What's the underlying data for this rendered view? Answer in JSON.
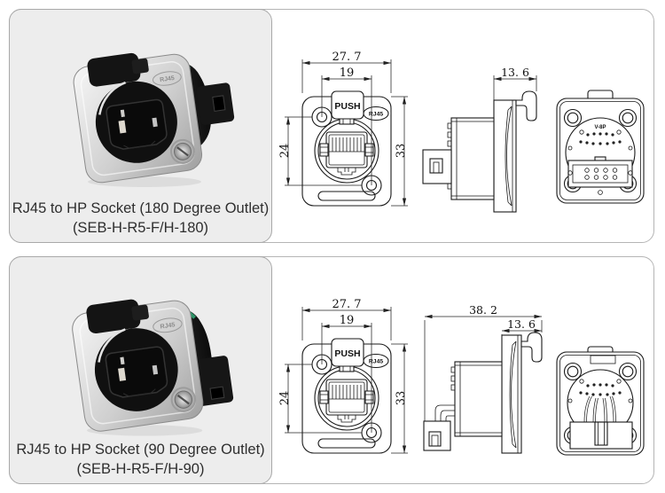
{
  "colors": {
    "card_border": "#b5b5b5",
    "photo_panel_bg": "#ededed",
    "drawing_line": "#1a1a1a",
    "caption_text": "#2e2e2e",
    "gasket_green": "#2f8f66",
    "metal_light": "#f2f2f2",
    "connector_body_dark": "#161616"
  },
  "panels": [
    {
      "caption_line1": "RJ45 to HP Socket (180 Degree Outlet)",
      "caption_line2": "(SEB-H-R5-F/H-180)",
      "photo": {
        "flange_label": "RJ45"
      },
      "front_view": {
        "dim_outer_width": "27. 7",
        "dim_inner_width": "19",
        "dim_left_height": "24",
        "dim_right_height": "33",
        "push_label": "PUSH",
        "rj45_label": "RJ45"
      },
      "side_view": {
        "dim_flange_depth": "13. 6"
      },
      "back_view": {
        "pin_header_label": "V-8P"
      }
    },
    {
      "caption_line1": "RJ45 to HP Socket (90 Degree Outlet)",
      "caption_line2": "(SEB-H-R5-F/H-90)",
      "photo": {
        "flange_label": "RJ45"
      },
      "front_view": {
        "dim_outer_width": "27. 7",
        "dim_inner_width": "19",
        "dim_left_height": "24",
        "dim_right_height": "33",
        "push_label": "PUSH",
        "rj45_label": "RJ45"
      },
      "side_view": {
        "dim_total_depth": "38. 2",
        "dim_flange_depth": "13. 6"
      },
      "back_view": {}
    }
  ]
}
